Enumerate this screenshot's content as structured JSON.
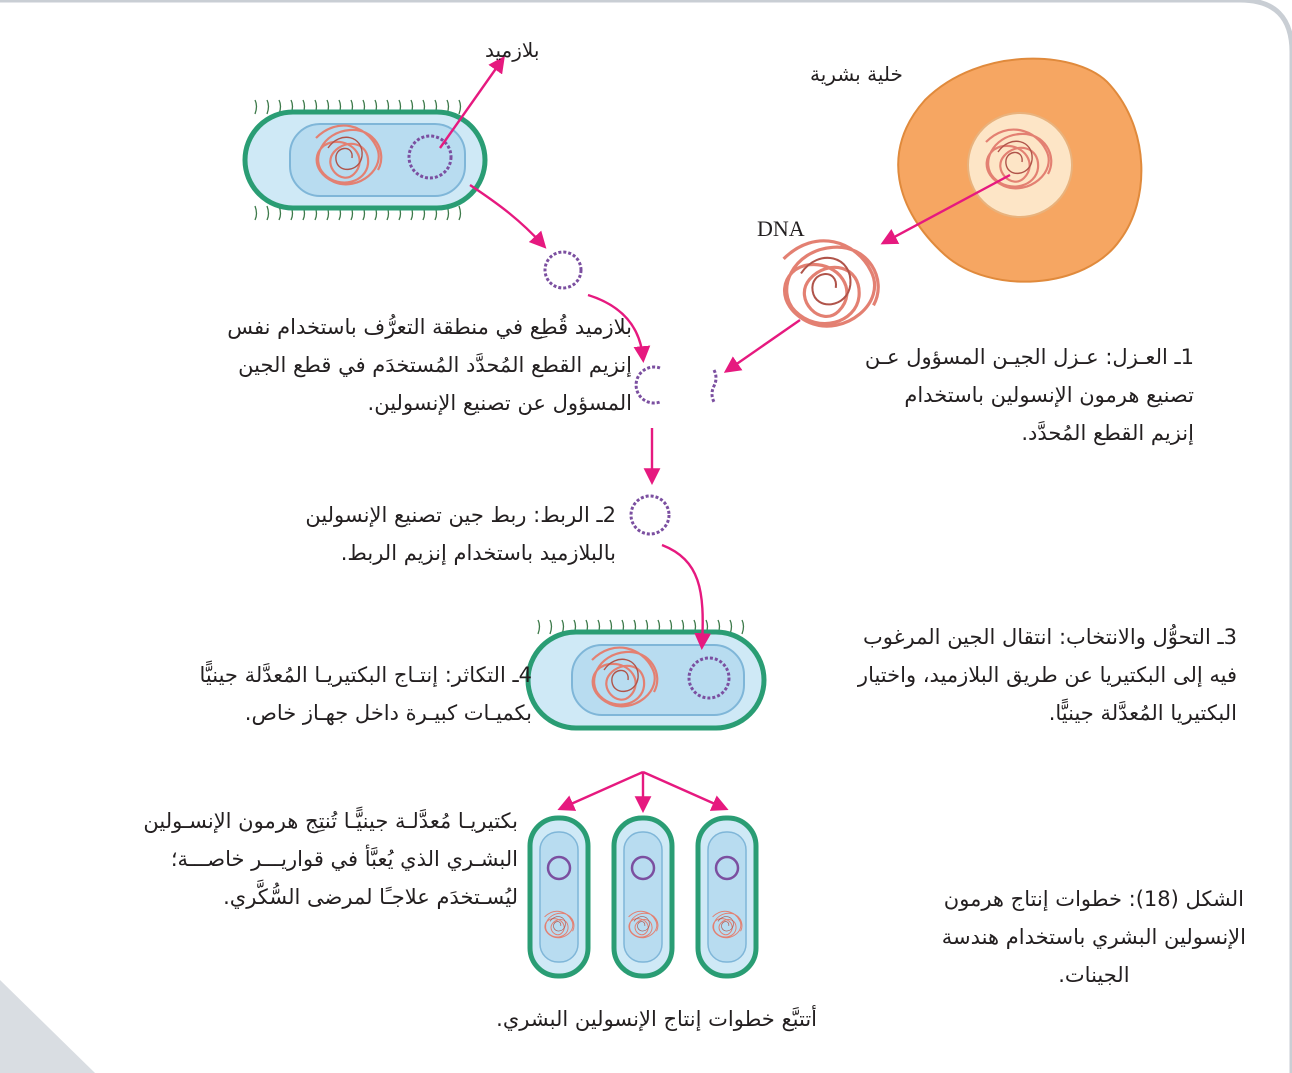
{
  "labels": {
    "plasmid": "بلازميد",
    "human_cell": "خلية بشرية",
    "dna": "DNA"
  },
  "steps": {
    "plasmid_cut": [
      "بلازميد قُطِع في منطقة التعرُّف باستخدام نفس",
      "إنزيم القطع المُحدَّد المُستخدَم في قطع الجين",
      "المسؤول عن تصنيع الإنسولين."
    ],
    "isolation": [
      "1ـ العـزل: عـزل الجيـن المسؤول عـن",
      "تصنيع هرمون الإنسولين باستخدام",
      "إنزيم القطع المُحدَّد."
    ],
    "ligation": [
      "2ـ الربط: ربط جين تصنيع الإنسولين",
      "بالبلازميد باستخدام إنزيم الربط."
    ],
    "transformation": [
      "3ـ التحوُّل والانتخاب: انتقال الجين المرغوب",
      "فيه إلى البكتيريا عن طريق البلازميد، واختيار",
      "البكتيريا المُعدَّلة جينيًّا."
    ],
    "multiplication": [
      "4ـ التكاثر: إنتـاج البكتيريـا المُعدَّلة جينيًّا",
      "بكميـات كبيـرة داخل جهـاز خاص."
    ],
    "result": [
      "بكتيريـا مُعدَّلـة جينيًّـا تُنتِج هرمون الإنسـولين",
      "البشـري الذي يُعبَّأ في قواريـــر خاصـــة؛",
      "ليُسـتخدَم علاجـًا لمرضى السُّكَّري."
    ]
  },
  "caption": [
    "الشكل (18): خطوات إنتاج هرمون",
    "الإنسولين البشري باستخدام هندسة",
    "الجينات."
  ],
  "question": "أتتبَّع خطوات إنتاج الإنسولين البشري.",
  "colors": {
    "arrow": "#e6197f",
    "cell_outer": "#f6a662",
    "cell_inner": "#fde5c6",
    "bacteria_fill": "#cfe9f6",
    "bacteria_wall": "#2a9d74",
    "cilia": "#3d7a4a",
    "plasmid": "#7b4fa0",
    "chromosome": "#e38072",
    "border": "#c9ced4"
  }
}
